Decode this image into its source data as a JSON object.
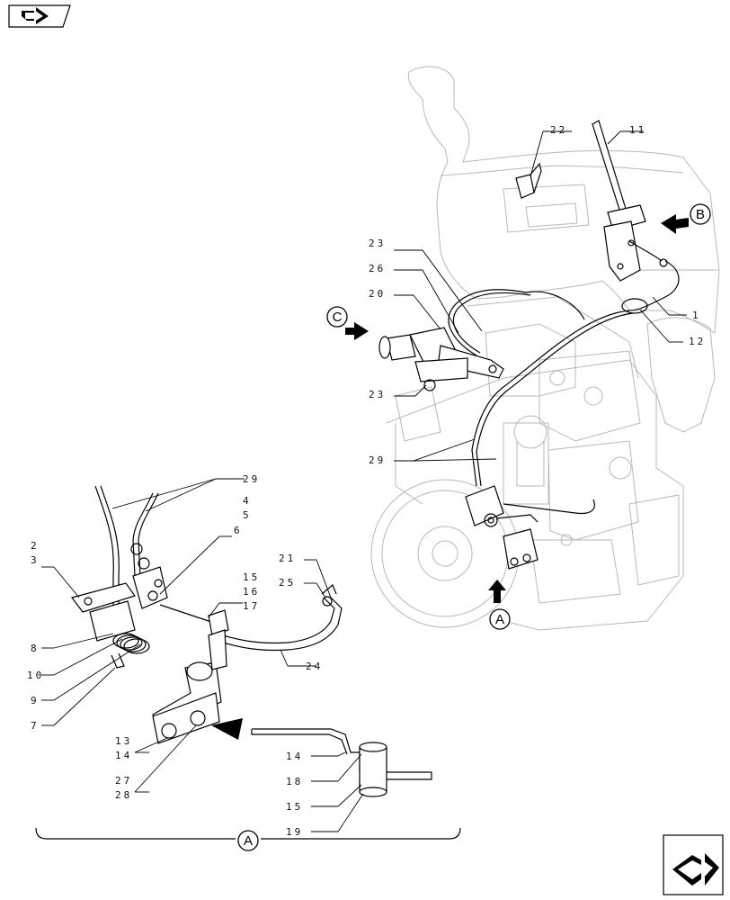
{
  "nav": {
    "back_icon": "return-arrow-icon",
    "next_icon": "forward-arrow-icon"
  },
  "views": {
    "A": "A",
    "B": "B",
    "C": "C",
    "A_section": "A"
  },
  "callouts": {
    "c1": "1",
    "c2": "2",
    "c3": "3",
    "c4": "4",
    "c5": "5",
    "c6": "6",
    "c7": "7",
    "c8": "8",
    "c9": "9",
    "c10": "10",
    "c11": "11",
    "c12": "12",
    "c13": "13",
    "c14a": "14",
    "c14b": "14",
    "c15a": "15",
    "c15b": "15",
    "c16": "16",
    "c17": "17",
    "c18": "18",
    "c19": "19",
    "c20": "20",
    "c21": "21",
    "c22": "22",
    "c23a": "23",
    "c23b": "23",
    "c24": "24",
    "c25": "25",
    "c26": "26",
    "c27": "27",
    "c28": "28",
    "c29a": "29",
    "c29b": "29"
  }
}
